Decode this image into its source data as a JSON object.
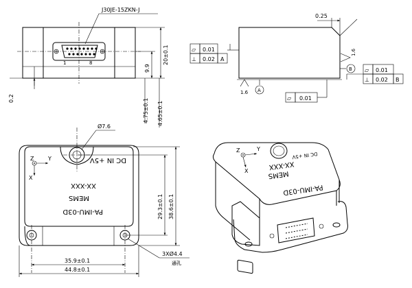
{
  "connector_label": "J30JE-15ZKN-J",
  "dims": {
    "side_height": "20±0.1",
    "connector_offset": "9.9",
    "base_thickness": "0.2",
    "chamfer": "0.25",
    "offset_a": "4.75±0.1",
    "offset_b": "4.65±0.1",
    "hole_diameter": "Ø7.6",
    "height_inner": "29.3±0.1",
    "height_outer": "38.6±0.1",
    "width_inner": "35.9±0.1",
    "width_outer": "44.8±0.1",
    "mount_holes": "3XØ4.4",
    "thru_note": "通孔"
  },
  "tolerances": {
    "flatness_sym": "▱",
    "perp_sym": "⊥",
    "flat_top": "0.01",
    "perp_top": "0.02",
    "datum_a": "A",
    "datum_b": "B",
    "flat_right": "0.01",
    "perp_right": "0.02",
    "flat_bottom": "0.01",
    "roughness": "1.6"
  },
  "top_view": {
    "title": "PA-IMU-03D",
    "subtitle": "MEMS",
    "serial": "XX-XXX",
    "power": "DC IN +5V",
    "axis_z": "Z",
    "axis_y": "Y",
    "axis_x": "X"
  },
  "iso_view": {
    "title": "PA-IMU-03D",
    "subtitle": "MEMS",
    "serial": "XX-XXX",
    "power": "DC IN +5V",
    "axis_z": "Z",
    "axis_y": "Y",
    "axis_x": "X"
  },
  "pin_labels": {
    "pin1": "1",
    "pin8": "8"
  }
}
